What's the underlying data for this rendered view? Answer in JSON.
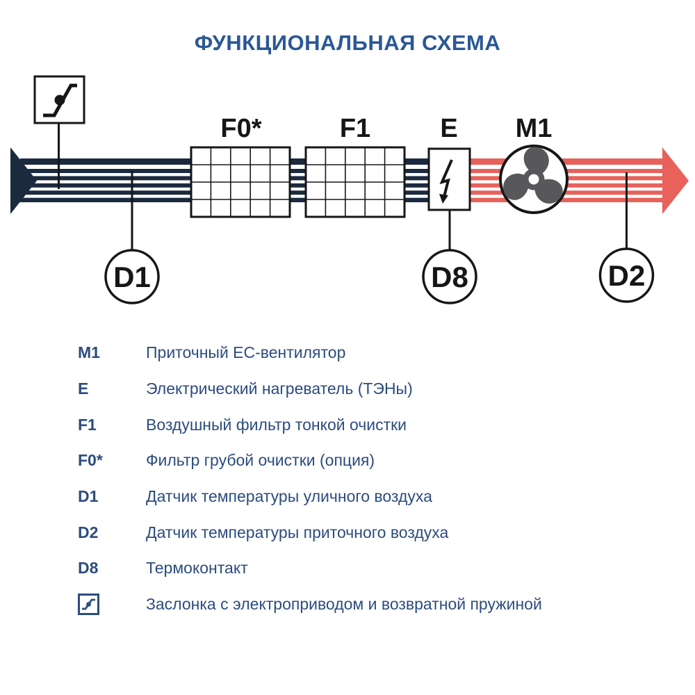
{
  "title": "ФУНКЦИОНАЛЬНАЯ СХЕМА",
  "colors": {
    "title_blue": "#2A5896",
    "legend_blue": "#2C4C7E",
    "navy": "#1B2A3F",
    "red": "#E8615B",
    "fan_gray": "#58585A",
    "stroke_black": "#161616"
  },
  "diagram": {
    "labels": {
      "f0": "F0*",
      "f1": "F1",
      "e": "E",
      "m1": "M1",
      "d1": "D1",
      "d8": "D8",
      "d2": "D2"
    }
  },
  "legend": {
    "rows": [
      {
        "label": "M1",
        "text": "Приточный ЕС-вентилятор"
      },
      {
        "label": "E",
        "text": "Электрический нагреватель (ТЭНы)"
      },
      {
        "label": "F1",
        "text": "Воздушный фильтр тонкой очистки"
      },
      {
        "label": "F0*",
        "text": "Фильтр грубой очистки (опция)"
      },
      {
        "label": "D1",
        "text": "Датчик температуры уличного воздуха"
      },
      {
        "label": "D2",
        "text": "Датчик температуры приточного воздуха"
      },
      {
        "label": "D8",
        "text": "Термоконтакт"
      },
      {
        "label": "",
        "icon": "damper-icon",
        "text": "Заслонка с электроприводом и возвратной пружиной"
      }
    ]
  }
}
